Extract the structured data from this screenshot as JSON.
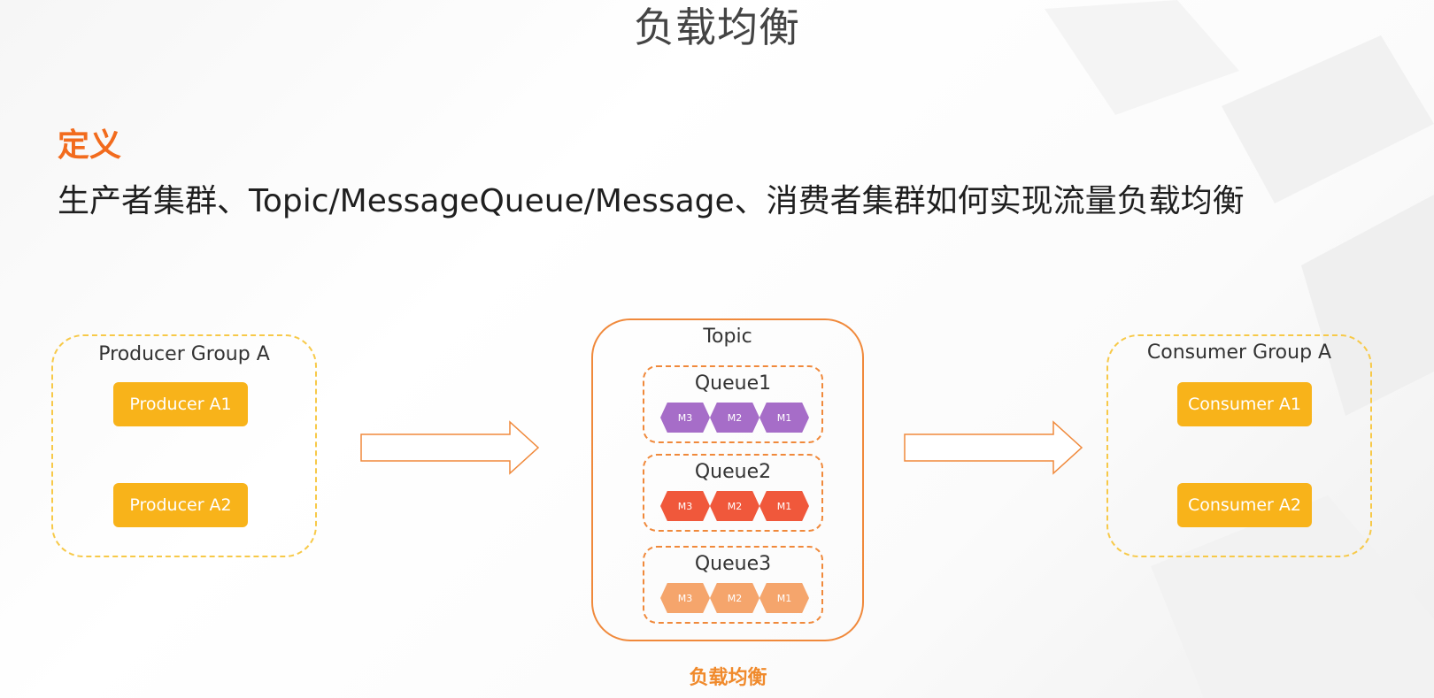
{
  "slide": {
    "title": "负载均衡",
    "section_label": "定义",
    "subtitle": "生产者集群、Topic/MessageQueue/Message、消费者集群如何实现流量负载均衡"
  },
  "producer_group": {
    "title": "Producer Group A",
    "members": [
      "Producer A1",
      "Producer A2"
    ]
  },
  "topic": {
    "title": "Topic",
    "queues": [
      {
        "name": "Queue1",
        "messages": [
          "M3",
          "M2",
          "M1"
        ],
        "color": "#a66dc8"
      },
      {
        "name": "Queue2",
        "messages": [
          "M3",
          "M2",
          "M1"
        ],
        "color": "#f0583b"
      },
      {
        "name": "Queue3",
        "messages": [
          "M3",
          "M2",
          "M1"
        ],
        "color": "#f5a56c"
      }
    ],
    "footer_label": "负载均衡"
  },
  "consumer_group": {
    "title": "Consumer Group A",
    "members": [
      "Consumer A1",
      "Consumer A2"
    ]
  },
  "colors": {
    "accent": "#f26b1d",
    "member_fill": "#f8b31a",
    "group_border": "#f7c948",
    "topic_border": "#f0893b"
  }
}
